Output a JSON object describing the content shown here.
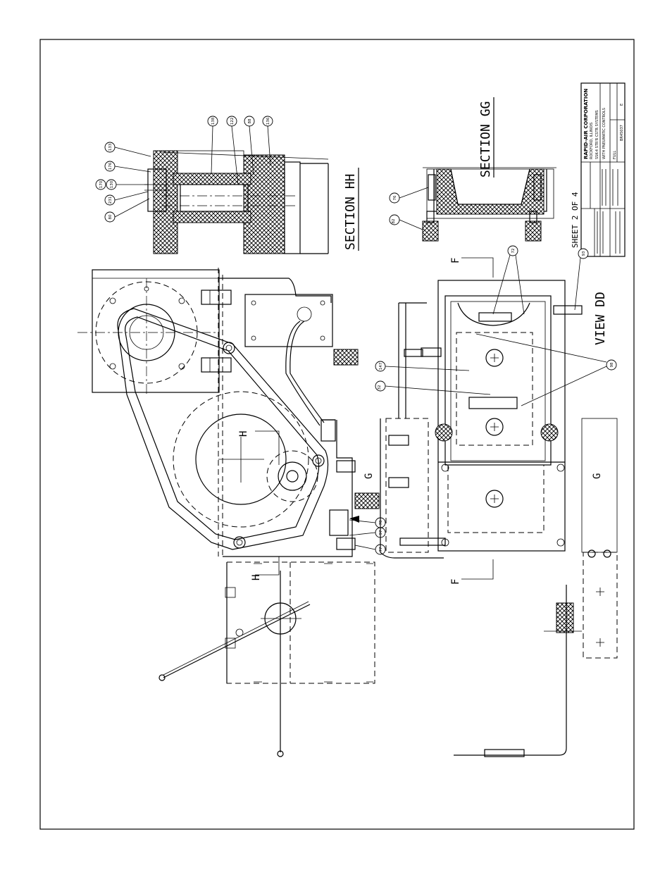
{
  "views": {
    "section_hh": "SECTION HH",
    "section_gg": "SECTION GG",
    "view_dd": "VIEW DD",
    "sheet": "SHEET 2 OF 4"
  },
  "cut_letters": {
    "g": "G",
    "h": "H",
    "f": "F"
  },
  "balloons_hh": [
    "133",
    "176",
    "170",
    "130",
    "231",
    "80",
    "138",
    "122",
    "88",
    "136"
  ],
  "balloons_gg": [
    "76",
    "82"
  ],
  "balloons_main": [
    "147",
    "32",
    "72",
    "93",
    "98",
    "97",
    "77",
    "78"
  ],
  "title_block": {
    "company": "RAPID-AIR CORPORATION",
    "company_sub": "ROCKFORD, ILLINOIS",
    "desc1": "SSK-4 STR'R CSTR SYSTEMS",
    "desc2": "WITH PNEUMATIC CONTROLS",
    "scale": "FULL",
    "dwg_no": "BR45037",
    "rev": "E"
  }
}
